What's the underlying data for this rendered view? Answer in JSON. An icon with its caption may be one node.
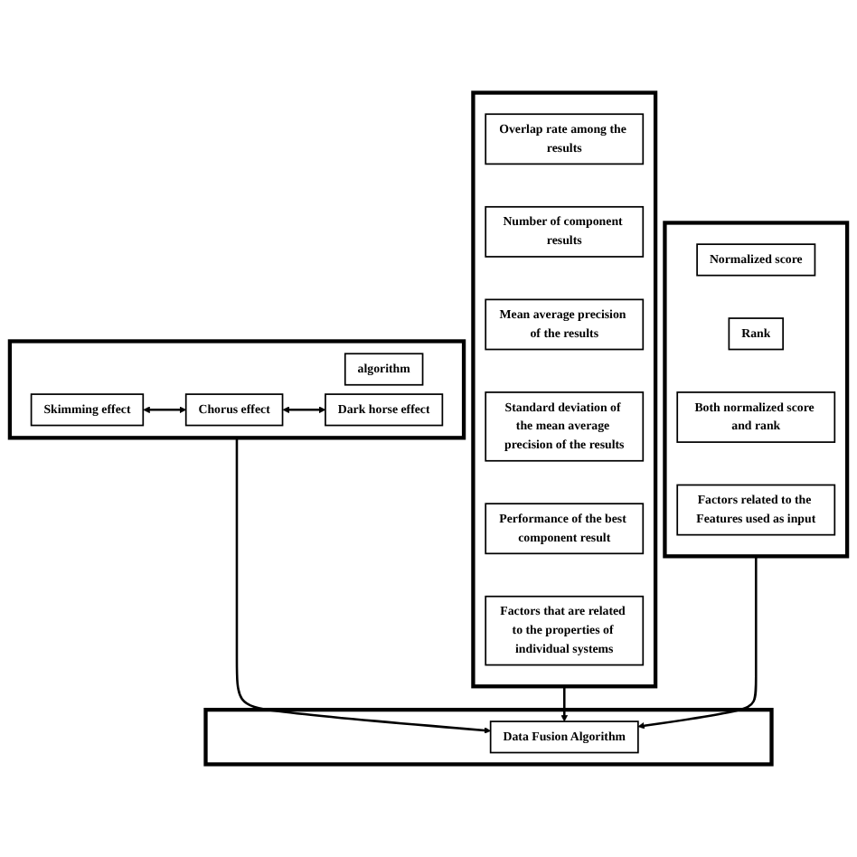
{
  "diagram": {
    "nodes": [
      {
        "text": [],
        "shape": "box"
      },
      {
        "text": [
          "algorithm"
        ],
        "in": 0
      },
      {
        "text": [
          "Skimming effect"
        ],
        "in": 0
      },
      {
        "text": [
          "Chorus effect"
        ],
        "in": 0
      },
      {
        "text": [
          "Dark horse effect"
        ],
        "in": 0
      },
      {
        "text": [],
        "shape": "box"
      },
      {
        "text": [
          "Data Fusion Algorithm"
        ],
        "in": 5
      },
      {
        "text": [],
        "shape": "box"
      },
      {
        "text": [
          "Overlap rate among the results"
        ],
        "in": 7
      },
      {
        "text": [
          "Number of component results"
        ],
        "in": 7
      },
      {
        "text": [
          "Mean average precision of the results"
        ],
        "in": 7
      },
      {
        "text": [
          "Standard deviation of the mean average precision of the results"
        ],
        "in": 7
      },
      {
        "text": [
          "Performance of the best component result"
        ],
        "in": 7
      },
      {
        "text": [
          "Factors that are related to the properties of individual systems"
        ],
        "in": 7
      },
      {
        "text": [],
        "shape": "box"
      },
      {
        "text": [
          "Normalized score"
        ],
        "in": 14
      },
      {
        "text": [
          "Rank"
        ],
        "in": 14
      },
      {
        "text": [
          "Both normalized score and rank"
        ],
        "in": 14
      },
      {
        "text": [
          "Factors related to the Features used as input"
        ],
        "in": 14
      }
    ],
    "edges": [
      {
        "from": 2,
        "to": 3,
        "arrow": "both"
      },
      {
        "from": 3,
        "to": 4,
        "arrow": "both"
      },
      {
        "from": 0,
        "to": 6,
        "arrow": "to"
      },
      {
        "from": 7,
        "to": 6,
        "arrow": "to"
      },
      {
        "from": 14,
        "to": 6,
        "arrow": "to"
      }
    ]
  }
}
